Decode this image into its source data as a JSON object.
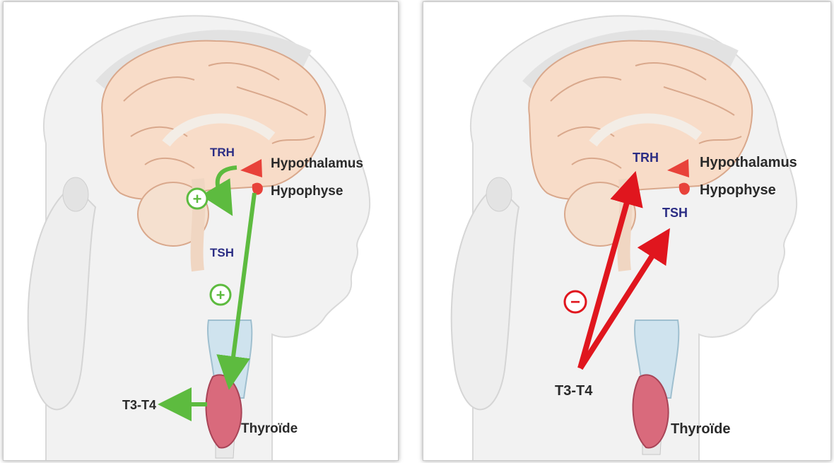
{
  "left_panel": {
    "labels": {
      "trh": "TRH",
      "tsh": "TSH",
      "hypothalamus": "Hypothalamus",
      "hypophyse": "Hypophyse",
      "thyroid": "Thyroïde",
      "t3t4": "T3-T4"
    },
    "signs": {
      "plus_upper": "+",
      "plus_lower": "+"
    },
    "arrow_color": "#5dbb3f"
  },
  "right_panel": {
    "labels": {
      "trh": "TRH",
      "tsh": "TSH",
      "hypothalamus": "Hypothalamus",
      "hypophyse": "Hypophyse",
      "thyroid": "Thyroïde",
      "t3t4": "T3-T4"
    },
    "signs": {
      "minus": "−"
    },
    "arrow_color": "#e0161e"
  },
  "colors": {
    "hormone_text": "#2b2d84",
    "organ_text": "#2a2a2a",
    "hypothalamus": "#e8423a",
    "brain_fill": "#f8dcc8",
    "thyroid_fill": "#d96a7c",
    "trachea_fill": "#cfe3ee",
    "head_fill": "#f2f2f2"
  }
}
